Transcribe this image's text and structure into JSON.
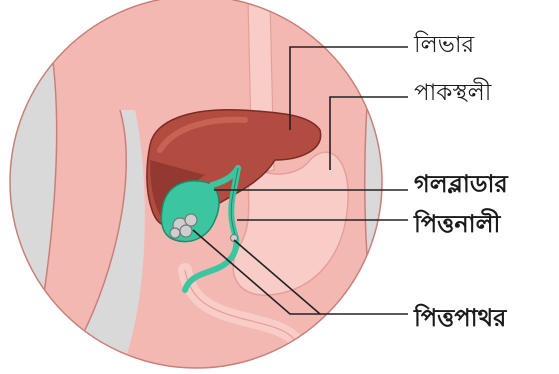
{
  "labels": {
    "liver": "লিভার",
    "stomach": "পাকস্থলী",
    "gallbladder": "গলব্লাডার",
    "bile_duct": "পিত্তনালী",
    "gallstones": "পিত্তপাথর"
  },
  "colors": {
    "background": "#ffffff",
    "skin": "#f4b8b3",
    "skin_light": "#f8cdc8",
    "skin_dark": "#e89e98",
    "outline": "#c97f79",
    "side_grey": "#d9d9d9",
    "liver": "#b24b40",
    "liver_light": "#c86254",
    "liver_dark": "#7a2b24",
    "gallbladder": "#3cc6a0",
    "gallbladder_dark": "#1f8a6c",
    "stones": "#cfcfcf",
    "leader_line": "#222222"
  },
  "icons": {
    "gallstone_cluster": "stones-icon"
  }
}
